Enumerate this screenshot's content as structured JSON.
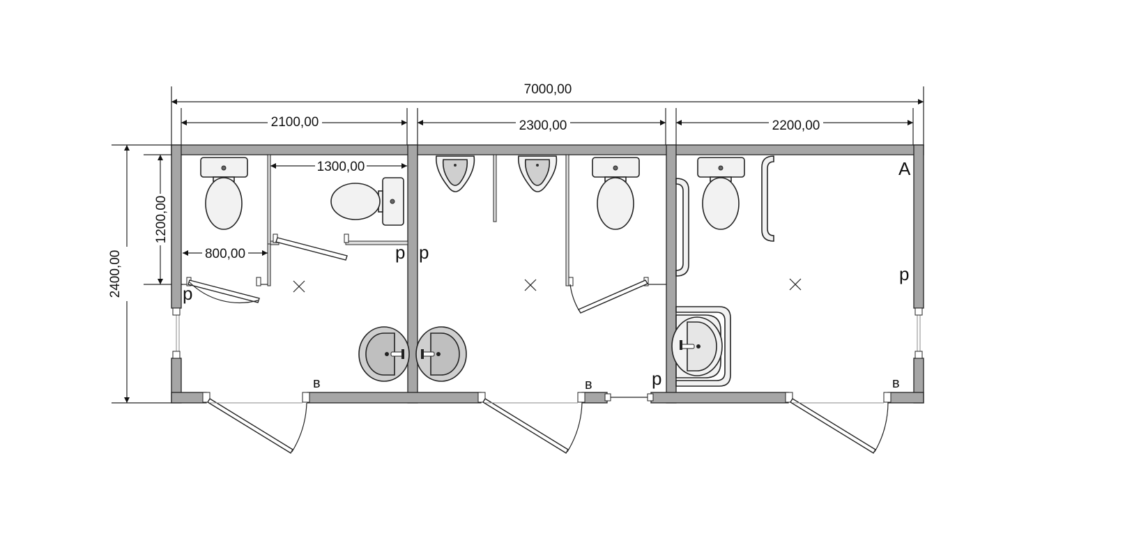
{
  "dimensions": {
    "overall_length": "7000,00",
    "section_1": "2100,00",
    "section_2": "2300,00",
    "section_3": "2200,00",
    "overall_width": "2400,00",
    "cabin_depth": "1200,00",
    "cabin_width": "800,00",
    "cabin_2_length": "1300,00"
  },
  "marks": {
    "p": "р",
    "b": "в",
    "a": "А"
  },
  "colors": {
    "wall": "#a6a6a6",
    "line": "#222222",
    "fixture": "#f2f2f2"
  }
}
